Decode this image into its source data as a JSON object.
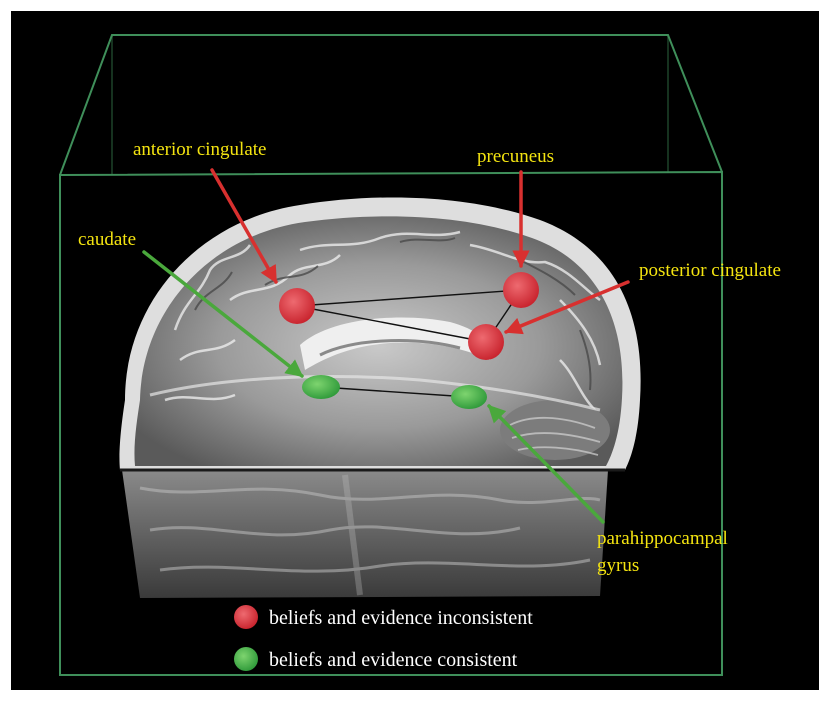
{
  "colors": {
    "frame_background": "#000000",
    "frame_edge": "#3f8f5a",
    "label_text": "#f4e410",
    "inconsistent_region": "#d2343c",
    "consistent_region": "#3fae49",
    "inconsistent_arrow": "#d8302f",
    "consistent_arrow": "#4aa83c",
    "legend_text": "#ffffff"
  },
  "labels": {
    "anterior_cingulate": "anterior cingulate",
    "precuneus": "precuneus",
    "posterior_cingulate": "posterior cingulate",
    "caudate": "caudate",
    "parahippocampal_line1": "parahippocampal",
    "parahippocampal_line2": "gyrus"
  },
  "legend": {
    "inconsistent": "beliefs and evidence inconsistent",
    "consistent": "beliefs and evidence consistent"
  },
  "regions": [
    {
      "name": "anterior-cingulate",
      "group": "inconsistent"
    },
    {
      "name": "precuneus",
      "group": "inconsistent"
    },
    {
      "name": "posterior-cingulate",
      "group": "inconsistent"
    },
    {
      "name": "caudate",
      "group": "consistent"
    },
    {
      "name": "parahippocampal-gyrus",
      "group": "consistent"
    }
  ]
}
